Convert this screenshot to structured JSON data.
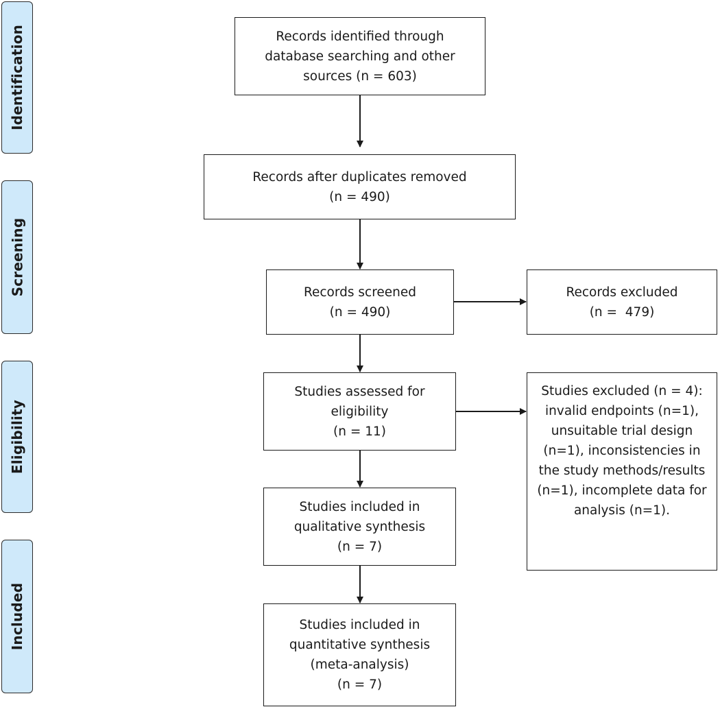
{
  "stages": {
    "identification": "Identification",
    "screening": "Screening",
    "eligibility": "Eligibility",
    "included": "Included"
  },
  "boxes": {
    "identified": [
      "Records identified through",
      "database searching and other",
      "sources (n = 603)"
    ],
    "dedup": [
      "Records after duplicates removed",
      "(n = 490)"
    ],
    "screened": [
      "Records screened",
      "(n = 490)"
    ],
    "records_excluded": [
      "Records excluded",
      "(n =  479)"
    ],
    "assessed": [
      "Studies assessed for",
      "eligibility",
      "(n = 11)"
    ],
    "studies_excluded": [
      "Studies excluded (n = 4):",
      "invalid endpoints (n=1),",
      "unsuitable trial design",
      "(n=1), inconsistencies in",
      "the study methods/results",
      "(n=1), incomplete data for",
      "analysis (n=1)."
    ],
    "qualitative": [
      "Studies included in",
      "qualitative synthesis",
      "(n = 7)"
    ],
    "quantitative": [
      "Studies included in",
      "quantitative synthesis",
      "(meta-analysis)",
      "(n = 7)"
    ]
  }
}
